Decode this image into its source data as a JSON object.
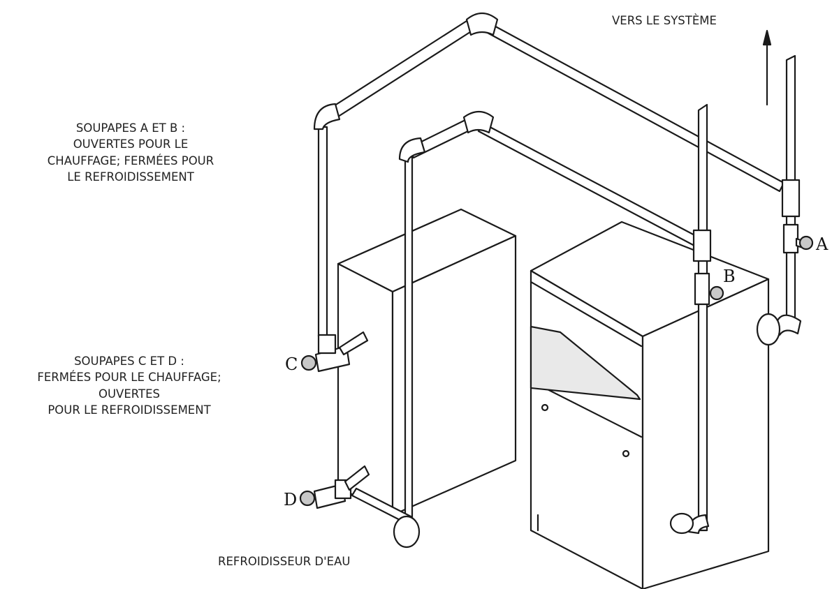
{
  "labels": {
    "to_system": "VERS LE SYSTÈME",
    "valves_ab": {
      "line1": "SOUPAPES A ET B :",
      "line2": "OUVERTES POUR LE",
      "line3": "CHAUFFAGE; FERMÉES POUR",
      "line4": "LE REFROIDISSEMENT"
    },
    "valves_cd": {
      "line1": "SOUPAPES C ET D :",
      "line2": "FERMÉES POUR LE CHAUFFAGE;",
      "line3": "OUVERTES",
      "line4": "POUR LE REFROIDISSEMENT"
    },
    "chiller": "REFROIDISSEUR D'EAU"
  },
  "valve_letters": {
    "a": "A",
    "b": "B",
    "c": "C",
    "d": "D"
  },
  "icons": [
    "flow-arrow-icon",
    "valve-icon"
  ],
  "colors": {
    "line": "#1a1a1a",
    "fill": "#ffffff",
    "shade": "#c8c8c8",
    "text": "#222222"
  }
}
